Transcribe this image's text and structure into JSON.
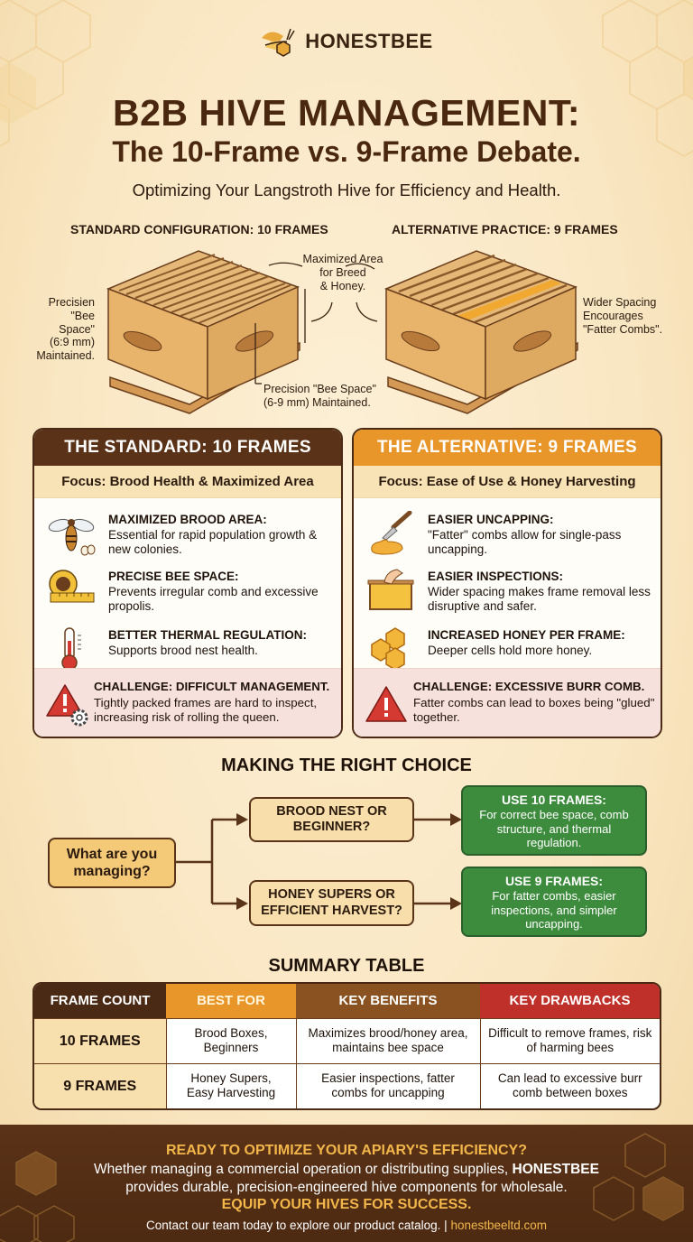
{
  "brand": {
    "name": "HONESTBEE"
  },
  "header": {
    "title_line1": "B2B HIVE MANAGEMENT:",
    "title_line2": "The 10-Frame vs. 9-Frame Debate.",
    "subtitle": "Optimizing Your Langstroth Hive for Efficiency and Health."
  },
  "hives": {
    "left_label": "STANDARD CONFIGURATION: 10 FRAMES",
    "right_label": "ALTERNATIVE PRACTICE: 9 FRAMES",
    "annotations": {
      "left_side": [
        "Precisien",
        "\"Bee Space\"",
        "(6:9 mm)",
        "Maintained."
      ],
      "center": [
        "Maximized Area",
        "for Breed",
        "& Honey."
      ],
      "bottom": [
        "Precision \"Bee Space\"",
        "(6-9 mm) Maintained."
      ],
      "right_side": [
        "Wider Spacing",
        "Encourages",
        "\"Fatter Combs\"."
      ]
    }
  },
  "cards": [
    {
      "header": "THE STANDARD: 10 FRAMES",
      "header_color": "#5a3217",
      "focus": "Focus: Brood Health & Maximized Area",
      "features": [
        {
          "icon": "bee-with-eggs-icon",
          "title": "MAXIMIZED BROOD AREA:",
          "desc": "Essential for rapid population growth & new colonies."
        },
        {
          "icon": "tape-measure-icon",
          "title": "PRECISE BEE SPACE:",
          "desc": "Prevents irregular comb and excessive propolis."
        },
        {
          "icon": "thermometer-icon",
          "title": "BETTER THERMAL REGULATION:",
          "desc": "Supports brood nest health."
        }
      ],
      "challenge": {
        "icon": "warning-gear-icon",
        "title": "CHALLENGE: DIFFICULT MANAGEMENT.",
        "desc": "Tightly packed frames are hard to inspect, increasing risk of rolling the queen."
      }
    },
    {
      "header": "THE ALTERNATIVE: 9 FRAMES",
      "header_color": "#e8962a",
      "focus": "Focus: Ease of Use & Honey Harvesting",
      "features": [
        {
          "icon": "uncapping-knife-icon",
          "title": "EASIER UNCAPPING:",
          "desc": "\"Fatter\" combs allow for single-pass uncapping."
        },
        {
          "icon": "frame-inspection-icon",
          "title": "EASIER INSPECTIONS:",
          "desc": "Wider spacing makes frame removal less disruptive and safer."
        },
        {
          "icon": "honeycomb-icon",
          "title": "INCREASED HONEY PER FRAME:",
          "desc": "Deeper cells hold more honey."
        }
      ],
      "challenge": {
        "icon": "warning-icon",
        "title": "CHALLENGE: EXCESSIVE BURR COMB.",
        "desc": "Fatter combs can lead to boxes being \"glued\" together."
      }
    }
  ],
  "decision": {
    "title": "MAKING THE RIGHT CHOICE",
    "start": "What are you managing?",
    "options": [
      {
        "question": "BROOD NEST OR BEGINNER?",
        "result_title": "USE 10 FRAMES:",
        "result_desc": "For correct bee space, comb structure, and thermal regulation."
      },
      {
        "question": "HONEY SUPERS OR EFFICIENT HARVEST?",
        "result_title": "USE 9 FRAMES:",
        "result_desc": "For fatter combs, easier inspections, and simpler uncapping."
      }
    ]
  },
  "summary": {
    "title": "SUMMARY TABLE",
    "columns": [
      {
        "label": "FRAME COUNT",
        "color": "#4a2a14"
      },
      {
        "label": "BEST FOR",
        "color": "#e8962a"
      },
      {
        "label": "KEY BENEFITS",
        "color": "#8a5220"
      },
      {
        "label": "KEY DRAWBACKS",
        "color": "#c0302a"
      }
    ],
    "rows": [
      [
        "10 FRAMES",
        "Brood Boxes, Beginners",
        "Maximizes brood/honey area, maintains bee space",
        "Difficult to remove frames, risk of harming bees"
      ],
      [
        "9 FRAMES",
        "Honey Supers, Easy Harvesting",
        "Easier inspections, fatter combs for uncapping",
        "Can lead to excessive burr comb between boxes"
      ]
    ]
  },
  "footer": {
    "headline": "READY TO OPTIMIZE YOUR APIARY'S EFFICIENCY?",
    "body_pre": "Whether managing a commercial operation or distributing supplies,",
    "body_brand": "HONESTBEE",
    "body_post": "provides durable, precision-engineered hive components for wholesale.",
    "cta": "EQUIP YOUR HIVES FOR SUCCESS.",
    "contact": "Contact our team today to explore our product catalog.",
    "separator": "|",
    "website": "honestbeeltd.com"
  }
}
